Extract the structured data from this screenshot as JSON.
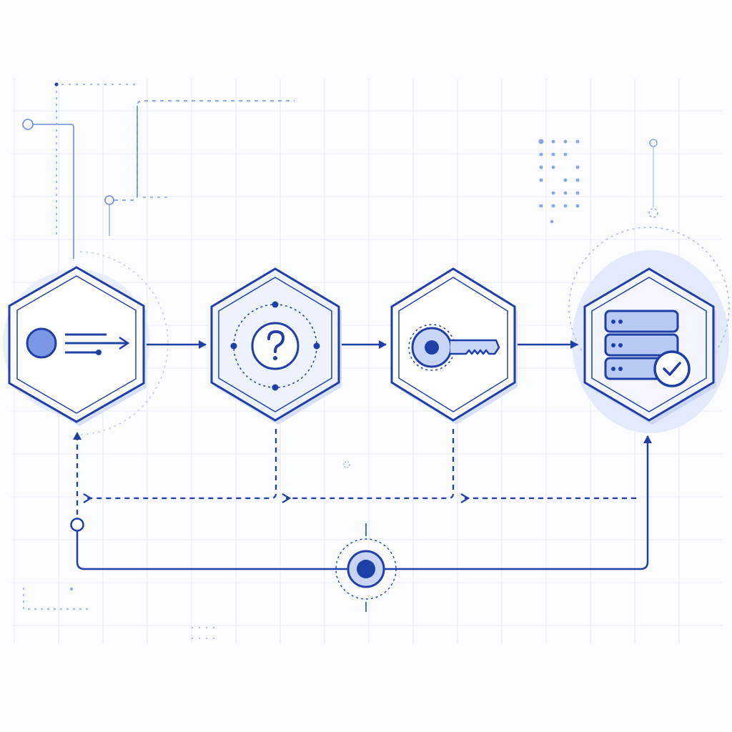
{
  "colors": {
    "background": "#fbfcfe",
    "grid": "#e6ebf5",
    "primary": "#1d3fa6",
    "primary_light": "#5a7fe0",
    "fill_light": "#e9effd",
    "halo": "#dfe7fb",
    "accent_dot": "#8aa4e8"
  },
  "nodes": [
    {
      "id": "request",
      "icon": "request-send-icon"
    },
    {
      "id": "question",
      "icon": "question-icon"
    },
    {
      "id": "key",
      "icon": "key-icon"
    },
    {
      "id": "database",
      "icon": "database-check-icon"
    }
  ],
  "connections": [
    {
      "from": "request",
      "to": "question",
      "style": "solid-arrow"
    },
    {
      "from": "question",
      "to": "key",
      "style": "solid-arrow"
    },
    {
      "from": "key",
      "to": "database",
      "style": "solid-arrow"
    },
    {
      "from": "database",
      "to": "request",
      "style": "dashed-return"
    },
    {
      "from": "hub",
      "to": "request",
      "style": "solid-arrow"
    },
    {
      "from": "hub",
      "to": "database",
      "style": "solid-arrow"
    }
  ],
  "hub": {
    "icon": "target-node-icon"
  }
}
